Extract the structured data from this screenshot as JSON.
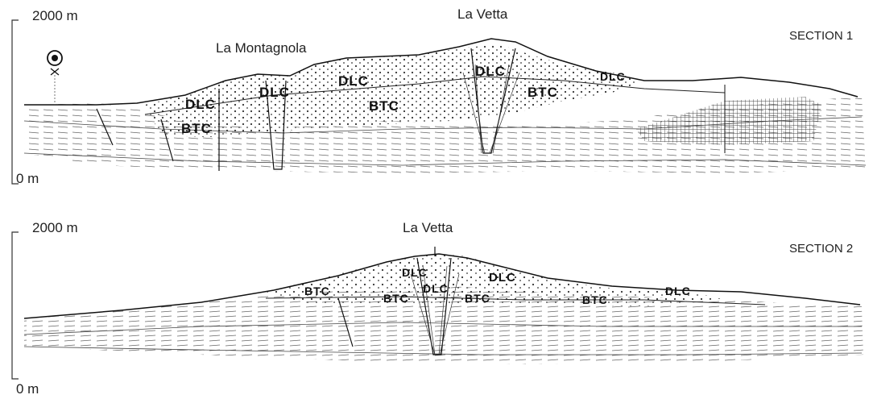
{
  "section1": {
    "title": "SECTION 1",
    "scale_top": "2000 m",
    "scale_bottom": "0 m",
    "peaks": [
      "La Montagnola",
      "La Vetta"
    ],
    "units": [
      "DLC",
      "DLC",
      "DLC",
      "DLC",
      "BTC",
      "BTC",
      "BTC"
    ]
  },
  "section2": {
    "title": "SECTION 2",
    "scale_top": "2000 m",
    "scale_bottom": "0 m",
    "peaks": [
      "La Vetta"
    ],
    "units": [
      "DLC",
      "DLC",
      "DLC",
      "DLC",
      "BTC",
      "BTC",
      "BTC",
      "BTC"
    ]
  },
  "colors": {
    "ink": "#1a1a1a",
    "paper": "#ffffff",
    "hatch": "#555555"
  }
}
